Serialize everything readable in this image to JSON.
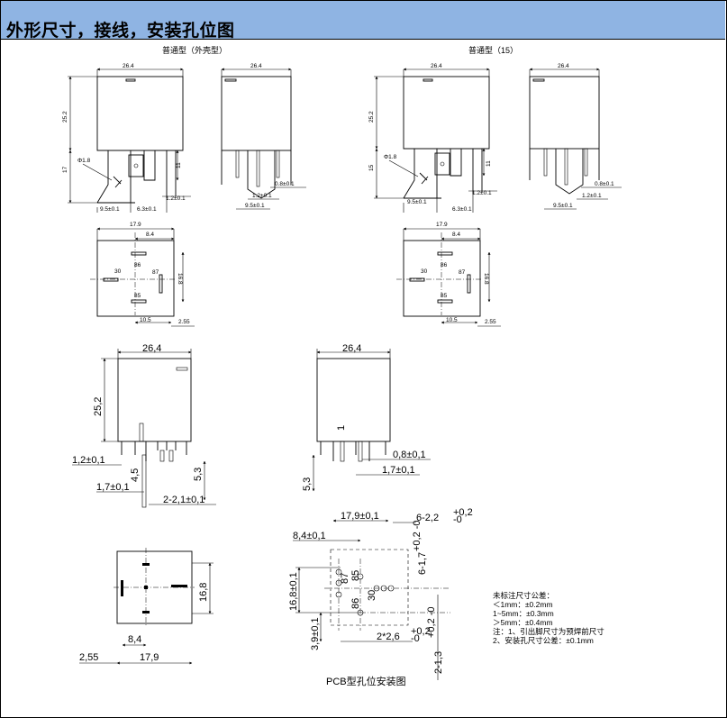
{
  "header": {
    "title": "外形尺寸，接线，安装孔位图"
  },
  "top_left": {
    "caption": "普通型（外壳型）",
    "front_width": "26.4",
    "side_width": "26.4",
    "height": "25.2",
    "pin_len": "17",
    "pin_dia": "Φ1.8",
    "pin_11": "11",
    "pin_pitch_a": "9.5±0.1",
    "pin_pitch_b": "6.3±0.1",
    "pin_w": "1.2±0.1",
    "side_pin_t": "0.8±0.1",
    "side_pin_w": "1.2±0.1",
    "side_pitch": "9.5±0.1"
  },
  "top_right": {
    "caption": "普通型（15）",
    "front_width": "26.4",
    "side_width": "26.4",
    "height": "25.2",
    "pin_len": "15",
    "pin_dia": "Φ1.8",
    "pin_11": "11",
    "pin_pitch_a": "9.5±0.1",
    "pin_pitch_b": "6.3±0.1",
    "pin_w": "1.2±0.1",
    "side_pin_t": "0.8±0.1",
    "side_pin_w": "1.2±0.1",
    "side_pitch": "9.5±0.1"
  },
  "bottom_left_layout": {
    "w": "17.9",
    "w2": "8.4",
    "h": "16.8",
    "b1": "10.5",
    "b2": "2.55",
    "p30": "30",
    "p86": "86",
    "p87": "87",
    "p85": "85"
  },
  "bottom_right_layout": {
    "w": "17.9",
    "w2": "8.4",
    "h": "16.8",
    "b1": "10.5",
    "b2": "2.55",
    "p30": "30",
    "p86": "86",
    "p87": "87",
    "p85": "85"
  },
  "pcb_front": {
    "width": "26,4",
    "height": "25,2",
    "pin_w": "1,2±0,1",
    "pin_t": "1,7±0,1",
    "pin_h": "4,5",
    "pin_len": "5,3",
    "pitch": "2-2,1±0,1"
  },
  "pcb_side": {
    "width": "26,4",
    "dim1": "1",
    "pin_len": "5,3",
    "pin_t": "0,8±0,1",
    "pin_w": "1,7±0,1"
  },
  "pcb_bottom": {
    "h": "16,8",
    "w1": "8,4",
    "w2": "2,55",
    "w3": "17,9"
  },
  "pcb_holes": {
    "d1": "17,9±0,1",
    "d2": "6-2,2",
    "d2_tol_top": "+0,2",
    "d2_tol_bot": "-0",
    "d3": "8,4±0,1",
    "d4": "6-1,7",
    "d4_tol": "+0,2 -0",
    "d5": "16,8±0,1",
    "d6": "3,9±0,1",
    "d7": "2*2,6",
    "d7_tol_top": "+0,2",
    "d7_tol_bot": "-0",
    "d8": "2-1,3",
    "d8_tol": "+0,2 -0",
    "p87": "87",
    "p85": "85",
    "p30": "30",
    "p86": "86",
    "caption": "PCB型孔位安装图"
  },
  "notes": {
    "lines": [
      "未标注尺寸公差：",
      "＜1mm：±0.2mm",
      "1~5mm：±0.3mm",
      "＞5mm：±0.4mm",
      "注：1、引出脚尺寸为预焊前尺寸",
      "      2、安装孔尺寸公差：±0.1mm"
    ]
  }
}
